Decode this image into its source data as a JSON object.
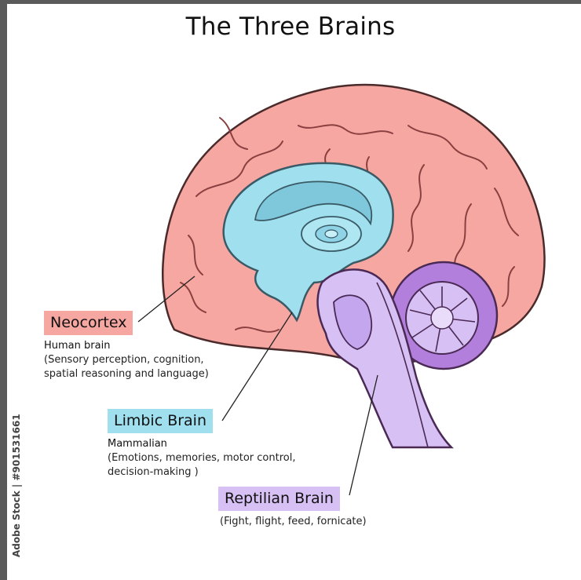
{
  "title": "The Three Brains",
  "colors": {
    "neocortex": "#f7a7a1",
    "limbic": "#9fdfee",
    "reptilian": "#d7c0f4",
    "outline": "#4a2a2a"
  },
  "labels": {
    "neocortex": {
      "name": "Neocortex",
      "subtitle": "Human brain",
      "desc_lines": [
        "(Sensory perception, cognition,",
        "spatial reasoning and language)"
      ]
    },
    "limbic": {
      "name": "Limbic Brain",
      "subtitle": "Mammalian",
      "desc_lines": [
        "(Emotions, memories, motor control,",
        "decision-making )"
      ]
    },
    "reptilian": {
      "name": "Reptilian Brain",
      "desc_lines": [
        "(Fight, flight, feed, fornicate)"
      ]
    }
  },
  "watermark_vertical": "Adobe Stock | #901531661"
}
